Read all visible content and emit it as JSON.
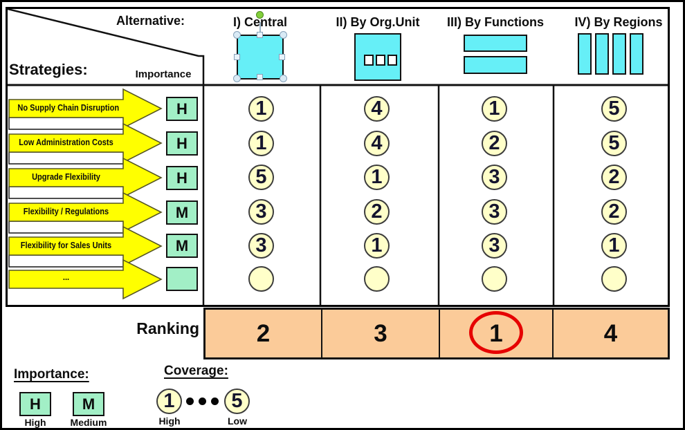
{
  "table": {
    "alternative_label": "Alternative:",
    "strategies_label": "Strategies:",
    "importance_label": "Importance",
    "columns": [
      {
        "label": "I) Central",
        "icon": "central-square-icon"
      },
      {
        "label": "II) By Org.Unit",
        "icon": "org-unit-square-icon"
      },
      {
        "label": "III) By Functions",
        "icon": "functions-bars-icon"
      },
      {
        "label": "IV) By Regions",
        "icon": "regions-bars-icon"
      }
    ],
    "strategies": [
      {
        "label": "No Supply Chain Disruption",
        "importance": "H"
      },
      {
        "label": "Low Administration Costs",
        "importance": "H"
      },
      {
        "label": "Upgrade Flexibility",
        "importance": "H"
      },
      {
        "label": "Flexibility / Regulations",
        "importance": "M"
      },
      {
        "label": "Flexibility for Sales Units",
        "importance": "M"
      },
      {
        "label": "...",
        "importance": ""
      }
    ],
    "scores": [
      [
        "1",
        "4",
        "1",
        "5"
      ],
      [
        "1",
        "4",
        "2",
        "5"
      ],
      [
        "5",
        "1",
        "3",
        "2"
      ],
      [
        "3",
        "2",
        "3",
        "2"
      ],
      [
        "3",
        "1",
        "3",
        "1"
      ],
      [
        "",
        "",
        "",
        ""
      ]
    ]
  },
  "ranking": {
    "label": "Ranking",
    "values": [
      "2",
      "3",
      "1",
      "4"
    ],
    "circled_index": 2
  },
  "legend": {
    "importance": {
      "title": "Importance:",
      "items": [
        {
          "symbol": "H",
          "label": "High"
        },
        {
          "symbol": "M",
          "label": "Medium"
        }
      ]
    },
    "coverage": {
      "title": "Coverage:",
      "scale_start": {
        "value": "1",
        "label": "High"
      },
      "scale_end": {
        "value": "5",
        "label": "Low"
      }
    }
  },
  "colors": {
    "shape_cyan": "#66EFF7",
    "arrow_yellow": "#FFFF00",
    "importance_green": "#A2EFC6",
    "score_circle_yellow": "#FFFFC9",
    "ranking_orange": "#FBCB99",
    "highlight_red": "#E60000"
  }
}
